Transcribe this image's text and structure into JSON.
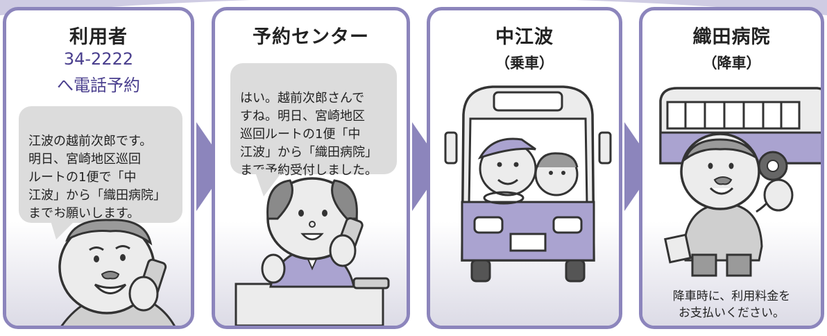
{
  "colors": {
    "accent": "#8c85bc",
    "bubble": "#dcdcdc",
    "bus_body": "#aaa3d0",
    "phone_text": "#4a3f8e"
  },
  "panels": [
    {
      "title": "利用者",
      "phone": "34-2222",
      "action": "へ電話予約",
      "bubble": "江波の越前次郎です。\n明日、宮崎地区巡回\nルートの1便で「中\n江波」から「織田病院」\nまでお願いします。"
    },
    {
      "title": "予約センター",
      "bubble": "はい。越前次郎さんで\nすね。明日、宮崎地区\n巡回ルートの1便「中\n江波」から「織田病院」\nまで予約受付しました。"
    },
    {
      "title": "中江波",
      "subtitle": "（乗車）"
    },
    {
      "title": "織田病院",
      "subtitle": "（降車）",
      "note": "降車時に、利用料金を\nお支払いください。"
    }
  ],
  "icons": [
    "person-phone-icon",
    "operator-icon",
    "bus-front-icon",
    "bus-side-icon",
    "elderly-man-icon"
  ]
}
